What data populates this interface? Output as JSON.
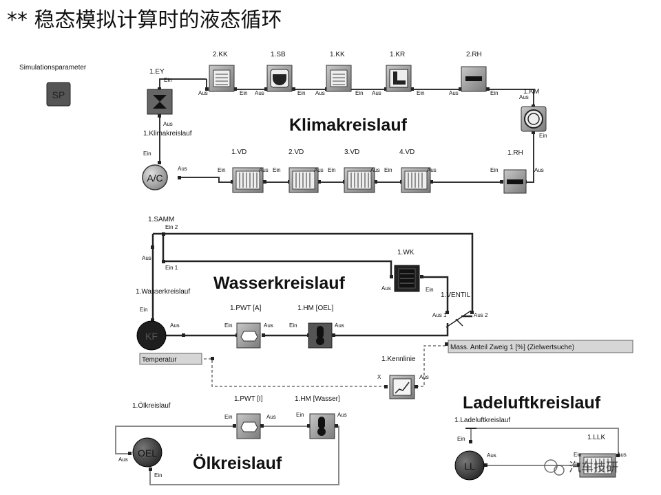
{
  "title": "** 稳态模拟计算时的液态循环",
  "sp": {
    "heading": "Simulationsparameter",
    "label": "SP"
  },
  "circuits": {
    "klima": "Klimakreislauf",
    "wasser": "Wasserkreislauf",
    "oel": "Ölkreislauf",
    "ladeluft": "Ladeluftkreislauf"
  },
  "components": {
    "kk2": "2.KK",
    "sb1": "1.SB",
    "kk1": "1.KK",
    "kr1": "1.KR",
    "rh2": "2.RH",
    "ey1": "1.EY",
    "km1": "1.KM",
    "klimakreislauf": "1.Klimakreislauf",
    "rh1": "1.RH",
    "vd1": "1.VD",
    "vd2": "2.VD",
    "vd3": "3.VD",
    "vd4": "4.VD",
    "ac": "A/C",
    "samm": "1.SAMM",
    "wk": "1.WK",
    "wasserkreislauf": "1.Wasserkreislauf",
    "ventil": "1.VENTIL",
    "pwt_a": "1.PWT [A]",
    "hm_oel": "1.HM [OEL]",
    "kf": "KF",
    "kennlinie": "1.Kennlinie",
    "oelkreislauf": "1.Ölkreislauf",
    "pwt_i": "1.PWT [I]",
    "hm_wasser": "1.HM [Wasser]",
    "oel_label": "OEL",
    "ladeluftkreislauf": "1.Ladeluftkreislauf",
    "llk": "1.LLK",
    "ll": "LL"
  },
  "ports": {
    "ein": "Ein",
    "aus": "Aus",
    "ein2": "Ein 2",
    "ein1": "Ein 1",
    "aus1": "Aus 1",
    "aus2": "Aus 2",
    "x": "X"
  },
  "boxes": {
    "temperatur": "Temperatur",
    "mass": "Mass. Anteil Zweig 1 [%] (Zielwertsuche)"
  },
  "watermark": "汽车技研"
}
